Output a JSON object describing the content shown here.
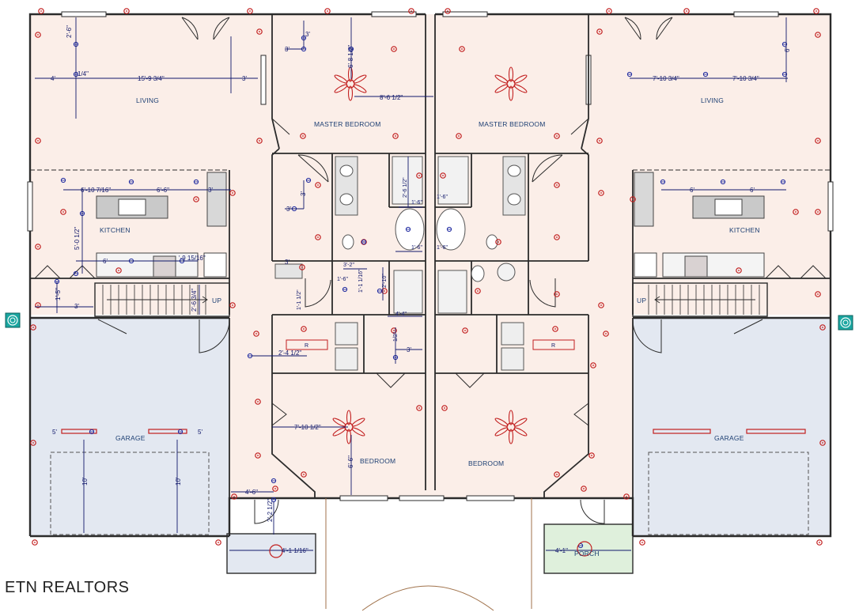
{
  "watermark": "ETN REALTORS",
  "colors": {
    "wall": "#2b2b2b",
    "floor": "#fbeee8",
    "garage": "#e3e8f1",
    "porch_right": "#dff0dc",
    "fixture": "#c21f1f",
    "dimension": "#10186b",
    "label": "#1d3f73"
  },
  "rooms": {
    "living_left": "LIVING",
    "living_right": "LIVING",
    "kitchen_left": "KITCHEN",
    "kitchen_right": "KITCHEN",
    "master_left": "MASTER BEDROOM",
    "master_right": "MASTER BEDROOM",
    "bedroom_left": "BEDROOM",
    "bedroom_right": "BEDROOM",
    "garage_left": "GARAGE",
    "garage_right": "GARAGE",
    "porch_right": "PORCH"
  },
  "stairs": {
    "left": "UP",
    "right": "UP"
  },
  "appliance_marks": {
    "fridge_left": "R",
    "fridge_right": "R"
  },
  "dimensions": {
    "d_2_6": "2'-6\"",
    "d_1_4": "1/4\"",
    "d_4": "4'",
    "d_15_9_34": "15'-9 3/4\"",
    "d_3_a": "3'",
    "d_3_b": "3'",
    "d_3_c": "3'",
    "d_6_8_12": "6'-8 1/2\"",
    "d_8_6_12": "8'-6 1/2\"",
    "d_6_r": "6'",
    "d_7_10_34_a": "7'-10 3/4\"",
    "d_7_10_34_b": "7'-10 3/4\"",
    "d_6_10_716": "6'-10 7/16\"",
    "d_6_6": "6'-6\"",
    "d_3_k": "3'",
    "d_5_0_12": "5'-0 1/2\"",
    "d_6_k": "6'",
    "d_9_15_16": "'-9 15/16\"",
    "d_1_5": "1'-5\"",
    "d_3_g": "3'",
    "d_2_6_34": "2'-6 3/4\"",
    "d_6_kr1": "6'",
    "d_6_kr2": "6'",
    "d_3_mb": "3'",
    "d_3_cl": "3'",
    "d_3_cl2": "3'",
    "d_2_6_12": "2'-6 1/2\"",
    "d_1_6_a": "1'-6\"",
    "d_1_6_b": "1'-6\"",
    "d_1_6_c": "1'-6\"",
    "d_1_6_d": "1'-6\"",
    "d_1_6_e": "1'-6\"",
    "d_3_2": "3'-2\"",
    "d_1_1_116": "1'-1 1/16\"",
    "d_2_10": "2'-10\"",
    "d_1_1_12": "1'-1 1/2\"",
    "d_4_4": "4'-4\"",
    "d_2_4_12": "2'-4 1/2\"",
    "d_1_2": "1/2\"",
    "d_3_h": "3'",
    "d_5_a": "5'",
    "d_5_b": "5'",
    "d_10_a": "10'",
    "d_10_b": "10'",
    "d_7_10_12": "7'-10 1/2\"",
    "d_6_6_br": "6'-6\"",
    "d_4_6": "4'-6\"",
    "d_2_2_12": "2'-2 1/2\"",
    "d_4_1_116_a": "4'-1 1/16\"",
    "d_4_1_116_b": "4'-1\""
  }
}
